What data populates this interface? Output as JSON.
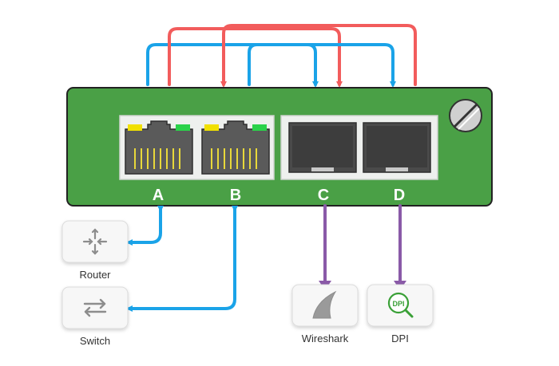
{
  "colors": {
    "board": "#4aa046",
    "board_stroke": "#222222",
    "loop_blue": "#1aa3e8",
    "loop_red": "#f25c5c",
    "monitor_purple": "#8a5aa8",
    "port_frame": "#eef0ee",
    "led_yellow": "#f1e000",
    "led_green": "#2ad24a",
    "pins": "#e8d83a",
    "icon_gray": "#8d8d8d",
    "dpi_green": "#3aa037"
  },
  "ports": [
    {
      "letter": "A",
      "kind": "rj45-port"
    },
    {
      "letter": "B",
      "kind": "rj45-port"
    },
    {
      "letter": "C",
      "kind": "sfp-port"
    },
    {
      "letter": "D",
      "kind": "sfp-port"
    }
  ],
  "devices": {
    "router": {
      "label": "Router",
      "icon": "router-icon"
    },
    "switch": {
      "label": "Switch",
      "icon": "switch-icon"
    },
    "wireshark": {
      "label": "Wireshark",
      "icon": "shark-fin-icon"
    },
    "dpi": {
      "label": "DPI",
      "icon": "dpi-magnifier-icon",
      "badge": "DPI"
    }
  }
}
